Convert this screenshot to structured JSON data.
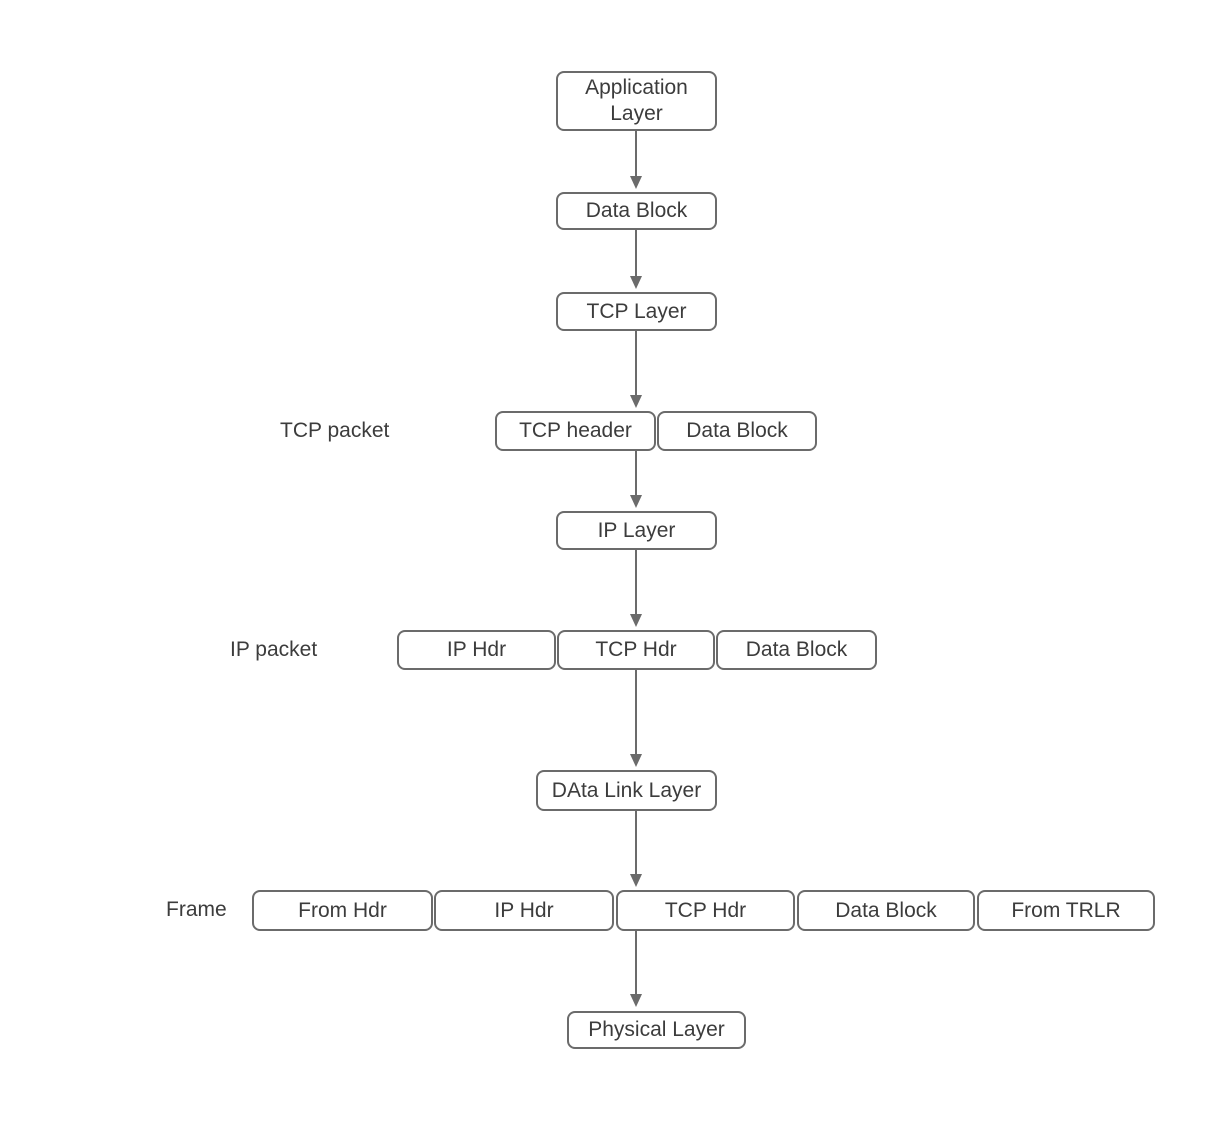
{
  "colors": {
    "background": "#ffffff",
    "node_border": "#6b6b6b",
    "node_fill": "#ffffff",
    "text": "#3c3c3c",
    "arrow": "#6b6b6b"
  },
  "nodes": {
    "application_layer": "Application Layer",
    "data_block_top": "Data Block",
    "tcp_layer": "TCP Layer",
    "tcp_header": "TCP header",
    "tcp_packet_data_block": "Data Block",
    "ip_layer": "IP Layer",
    "ip_hdr": "IP Hdr",
    "tcp_hdr": "TCP Hdr",
    "ip_packet_data_block": "Data Block",
    "data_link_layer": "DAta Link Layer",
    "frame_from_hdr": "From Hdr",
    "frame_ip_hdr": "IP Hdr",
    "frame_tcp_hdr": "TCP Hdr",
    "frame_data_block": "Data Block",
    "frame_from_trlr": "From TRLR",
    "physical_layer": "Physical Layer"
  },
  "row_labels": {
    "tcp_packet": "TCP packet",
    "ip_packet": "IP packet",
    "frame": "Frame"
  }
}
